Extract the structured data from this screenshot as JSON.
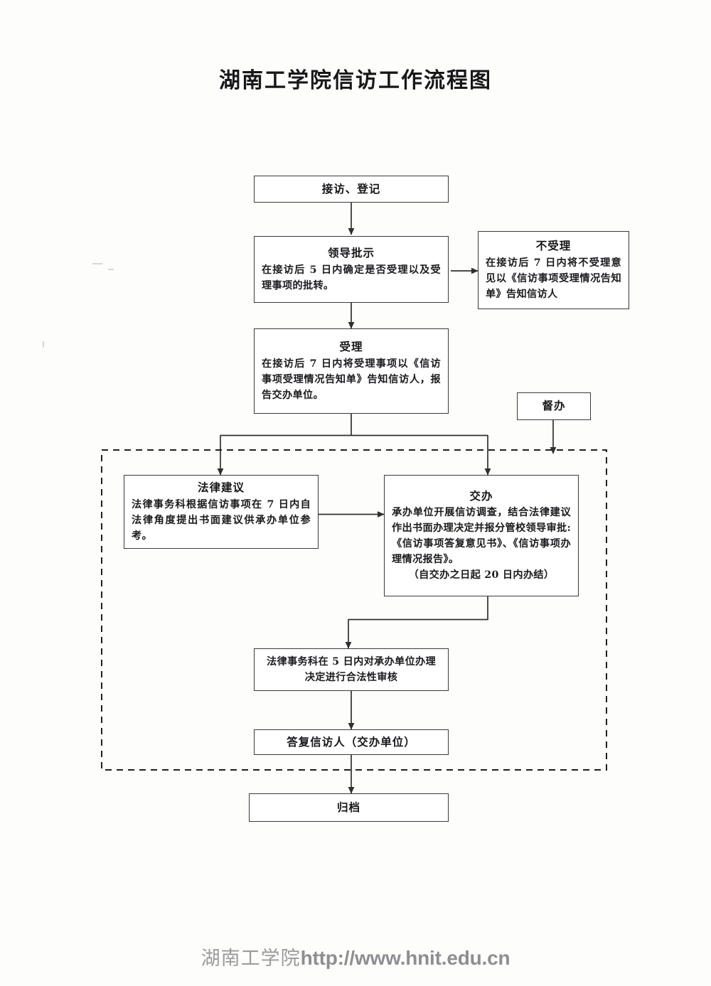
{
  "document": {
    "title": "湖南工学院信访工作流程图"
  },
  "nodes": {
    "intake": {
      "head": "接访、登记",
      "body": ""
    },
    "leader_instruction": {
      "head": "领导批示",
      "body": "在接访后 5 日内确定是否受理以及受理事项的批转。"
    },
    "not_accepted": {
      "head": "不受理",
      "body": "在接访后 7 日内将不受理意见以《信访事项受理情况告知单》告知信访人"
    },
    "accepted": {
      "head": "受理",
      "body": "在接访后 7 日内将受理事项以《信访事项受理情况告知单》告知信访人，报告交办单位。"
    },
    "supervision": {
      "head": "督办",
      "body": ""
    },
    "legal_advice": {
      "head": "法律建议",
      "body": "法律事务科根据信访事项在 7 日内自法律角度提出书面建议供承办单位参考。"
    },
    "assignment": {
      "head": "交办",
      "body": "承办单位开展信访调查，结合法律建议作出书面办理决定并报分管校领导审批:《信访事项答复意见书》、《信访事项办理情况报告》。",
      "note": "（自交办之日起 20 日内办结）"
    },
    "legality_review": {
      "head": "",
      "body": "法律事务科在 5 日内对承办单位办理决定进行合法性审核"
    },
    "reply": {
      "head": "答复信访人（交办单位）",
      "body": ""
    },
    "archive": {
      "head": "归档",
      "body": ""
    }
  },
  "footer": {
    "org": "湖南工学院",
    "url": "http://www.hnit.edu.cn",
    "url_suffix": ""
  },
  "colors": {
    "line": "#3a3a3a",
    "text": "#16161a",
    "footer": "#9a9a9c",
    "page": "#fdfdfb"
  }
}
